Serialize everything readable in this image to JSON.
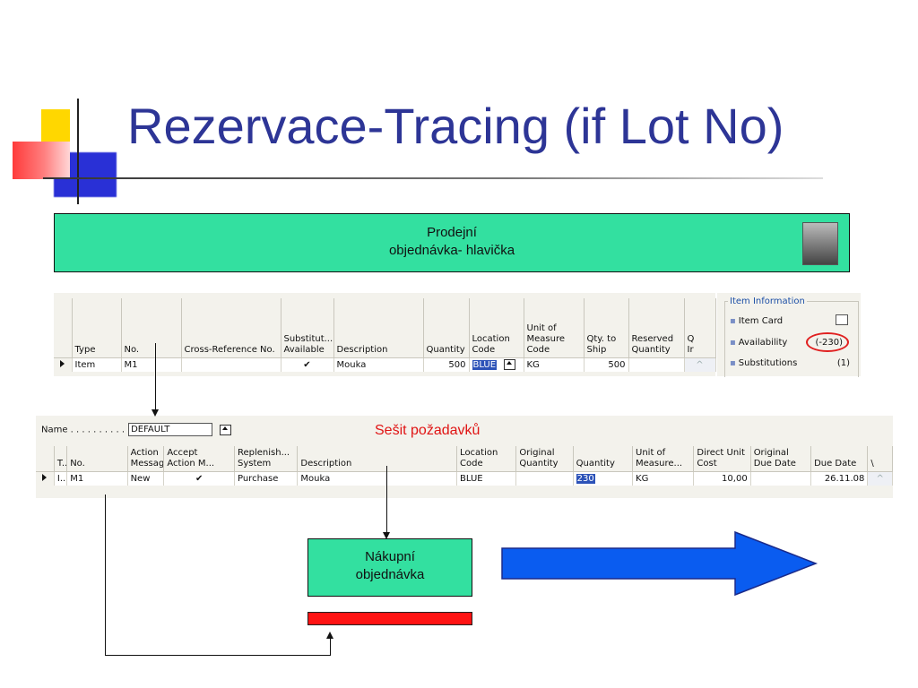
{
  "slide": {
    "title": "Rezervace-Tracing (if Lot No)"
  },
  "header_box": {
    "line1": "Prodejní",
    "line2": "objednávka- hlavička"
  },
  "sales_lines": {
    "columns": [
      "Type",
      "No.",
      "Cross-Reference No.",
      "Substitut... Available",
      "Description",
      "Quantity",
      "Location Code",
      "Unit of Measure Code",
      "Qty. to Ship",
      "Reserved Quantity",
      "Q Ir"
    ],
    "row": {
      "type": "Item",
      "no": "M1",
      "cross_ref": "",
      "substitutes_available": "✔",
      "description": "Mouka",
      "quantity": "500",
      "location_code": "BLUE",
      "unit_of_measure": "KG",
      "qty_to_ship": "500",
      "reserved_quantity": ""
    },
    "col_labels": {
      "type": "Type",
      "no": "No.",
      "cross_ref": "Cross-Reference No.",
      "subst1": "Substitut...",
      "subst2": "Available",
      "description": "Description",
      "quantity": "Quantity",
      "loc1": "Location",
      "loc2": "Code",
      "uom1": "Unit of",
      "uom2": "Measure",
      "uom3": "Code",
      "qts1": "Qty. to",
      "qts2": "Ship",
      "res1": "Reserved",
      "res2": "Quantity",
      "q1": "Q",
      "q2": "Ir"
    }
  },
  "item_info": {
    "title": "Item Information",
    "items": [
      {
        "label": "Item Card",
        "value": ""
      },
      {
        "label": "Availability",
        "value": "(-230)"
      },
      {
        "label": "Substitutions",
        "value": "(1)"
      }
    ]
  },
  "worksheet": {
    "name_label": "Name . . . . . . . . . .",
    "name_value": "DEFAULT",
    "caption": "Sešit požadavků",
    "col_labels": {
      "t": "T..",
      "no": "No.",
      "am1": "Action",
      "am2": "Message",
      "aa1": "Accept",
      "aa2": "Action M...",
      "rs1": "Replenish...",
      "rs2": "System",
      "description": "Description",
      "loc1": "Location",
      "loc2": "Code",
      "oq1": "Original",
      "oq2": "Quantity",
      "quantity": "Quantity",
      "uom1": "Unit of",
      "uom2": "Measure...",
      "duc1": "Direct Unit",
      "duc2": "Cost",
      "odd1": "Original",
      "odd2": "Due Date",
      "due": "Due Date",
      "v": "\\"
    },
    "row": {
      "t": "I...",
      "no": "M1",
      "action_message": "New",
      "accept": "✔",
      "replenishment": "Purchase",
      "description": "Mouka",
      "location_code": "BLUE",
      "original_quantity": "",
      "quantity": "230",
      "unit_of_measure": "KG",
      "direct_unit_cost": "10,00",
      "original_due_date": "",
      "due_date": "26.11.08"
    }
  },
  "purchase_box": {
    "line1": "Nákupní",
    "line2": "objednávka"
  },
  "colors": {
    "title": "#2d3596",
    "green_box": "#33e0a0",
    "red_bar": "#ff1313",
    "big_arrow": "#0a5cf0",
    "caption_red": "#e01414"
  }
}
